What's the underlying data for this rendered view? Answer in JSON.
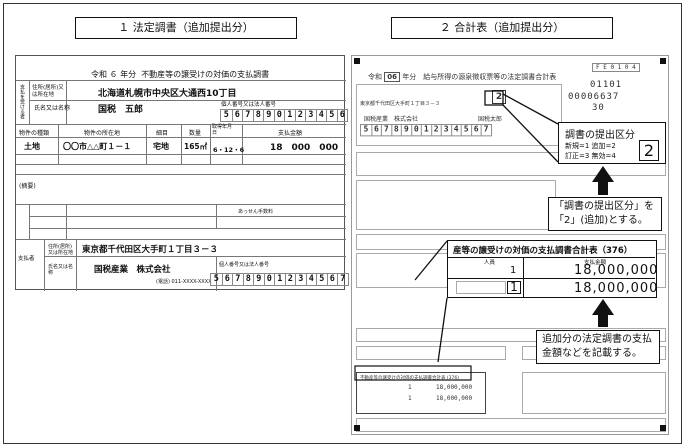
{
  "headers": {
    "left": "１ 法定調書（追加提出分）",
    "right": "２ 合計表（追加提出分）"
  },
  "left_form": {
    "title_era": "令和",
    "title_year": "６",
    "title_unit": "年分",
    "title_text": "不動産等の譲受けの対価の支払調書",
    "payee_side_label": "支払を受ける者",
    "address_label": "住所(居所)又は所在地",
    "address_value": "北海道札幌市中央区大通西10丁目",
    "name_label": "氏名又は名称",
    "name_value": "国税　五郎",
    "id_label": "個人番号又は法人番号",
    "payee_number": "567890123456",
    "col_kind": "物件の種類",
    "col_location": "物件の所在地",
    "col_detail": "細目",
    "col_qty": "数量",
    "col_date": "取得年月日",
    "col_amount": "支払金額",
    "row_kind": "土地",
    "row_location": "〇〇市△△町１－１",
    "row_detail": "宅地",
    "row_qty": "165㎡",
    "row_date": "6・12・6",
    "row_amount": "18　000　000",
    "remarks_label": "(摘要)",
    "intermediary_label": "あっせん手数料",
    "payer_side_label": "支払者",
    "payer_address": "東京都千代田区大手町１丁目３－３",
    "payer_name": "国税産業　株式会社",
    "phone_text": "(電話) 011-XXXX-XXXX",
    "payer_number": "5678901234567"
  },
  "right_form": {
    "form_code": "F E 0 1 0 4",
    "title_era": "令和",
    "title_year": "06",
    "title_text": "年分　給与所得の源泉徴収票等の法定調書合計表",
    "code1": "01101",
    "code2": "00006637",
    "code3": "30",
    "payer_address": "東京都千代田区大手町１丁目３－３",
    "payer_name": "国税産業　株式会社",
    "person_name": "国税太郎",
    "payer_number": "5678901234567",
    "section_title": "産等の譲受けの対価の支払調書合計表（376）",
    "col_people": "人員",
    "col_amount": "支払金額",
    "line1_people": "1",
    "line1_amount": "18,000,000",
    "line2_people": "1",
    "line2_amount": "18,000,000",
    "mini_people": "1",
    "mini_amount": "18,000,000",
    "mini_title": "不動産等の譲受けの対価の支払調書合計表 (376)"
  },
  "zoom_box": {
    "title": "調書の提出区分",
    "opt1": "新規=1 追加=2",
    "opt2": "訂正=3 無効=4",
    "value": "2"
  },
  "callouts": {
    "kubun": "「調書の提出区分」を「2」(追加)とする。",
    "amount": "追加分の法定調書の支払金額などを記載する。"
  }
}
